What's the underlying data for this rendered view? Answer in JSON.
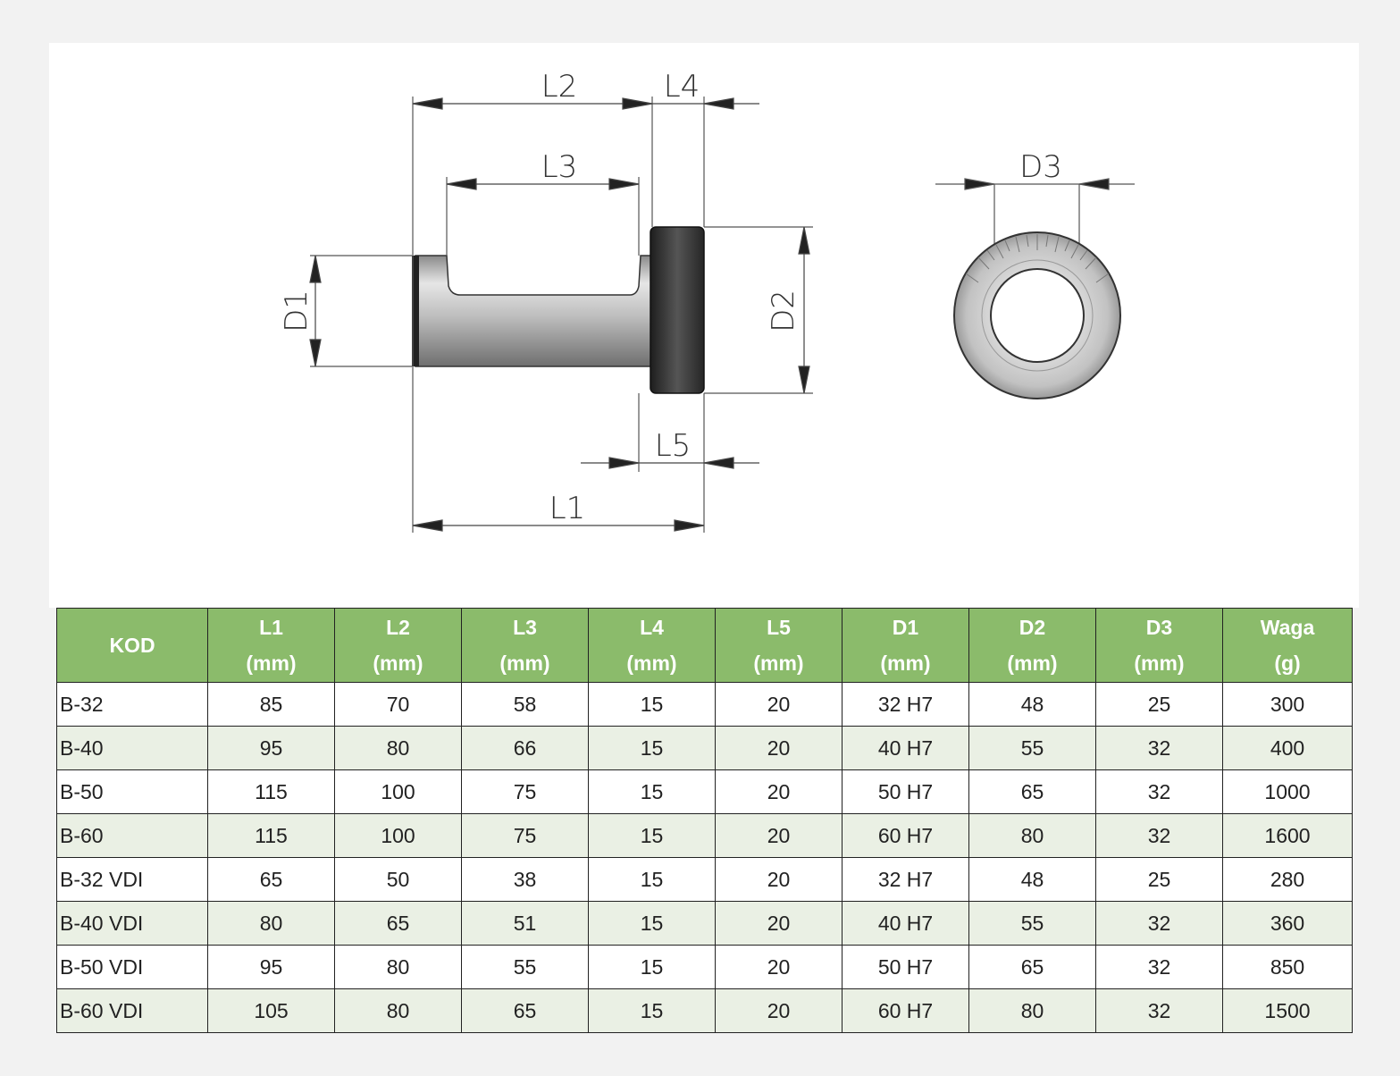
{
  "drawing": {
    "side_view_labels": {
      "l1": "L1",
      "l2": "L2",
      "l3": "L3",
      "l4": "L4",
      "l5": "L5",
      "d1": "D1",
      "d2": "D2"
    },
    "end_view_labels": {
      "d3": "D3"
    }
  },
  "table": {
    "headers": [
      {
        "line1": "KOD",
        "line2": ""
      },
      {
        "line1": "L1",
        "line2": "(mm)"
      },
      {
        "line1": "L2",
        "line2": "(mm)"
      },
      {
        "line1": "L3",
        "line2": "(mm)"
      },
      {
        "line1": "L4",
        "line2": "(mm)"
      },
      {
        "line1": "L5",
        "line2": "(mm)"
      },
      {
        "line1": "D1",
        "line2": "(mm)"
      },
      {
        "line1": "D2",
        "line2": "(mm)"
      },
      {
        "line1": "D3",
        "line2": "(mm)"
      },
      {
        "line1": "Waga",
        "line2": "(g)"
      }
    ],
    "rows": [
      [
        "B-32",
        "85",
        "70",
        "58",
        "15",
        "20",
        "32 H7",
        "48",
        "25",
        "300"
      ],
      [
        "B-40",
        "95",
        "80",
        "66",
        "15",
        "20",
        "40 H7",
        "55",
        "32",
        "400"
      ],
      [
        "B-50",
        "115",
        "100",
        "75",
        "15",
        "20",
        "50 H7",
        "65",
        "32",
        "1000"
      ],
      [
        "B-60",
        "115",
        "100",
        "75",
        "15",
        "20",
        "60 H7",
        "80",
        "32",
        "1600"
      ],
      [
        "B-32 VDI",
        "65",
        "50",
        "38",
        "15",
        "20",
        "32 H7",
        "48",
        "25",
        "280"
      ],
      [
        "B-40 VDI",
        "80",
        "65",
        "51",
        "15",
        "20",
        "40 H7",
        "55",
        "32",
        "360"
      ],
      [
        "B-50 VDI",
        "95",
        "80",
        "55",
        "15",
        "20",
        "50 H7",
        "65",
        "32",
        "850"
      ],
      [
        "B-60 VDI",
        "105",
        "80",
        "65",
        "15",
        "20",
        "60 H7",
        "80",
        "32",
        "1500"
      ]
    ]
  }
}
